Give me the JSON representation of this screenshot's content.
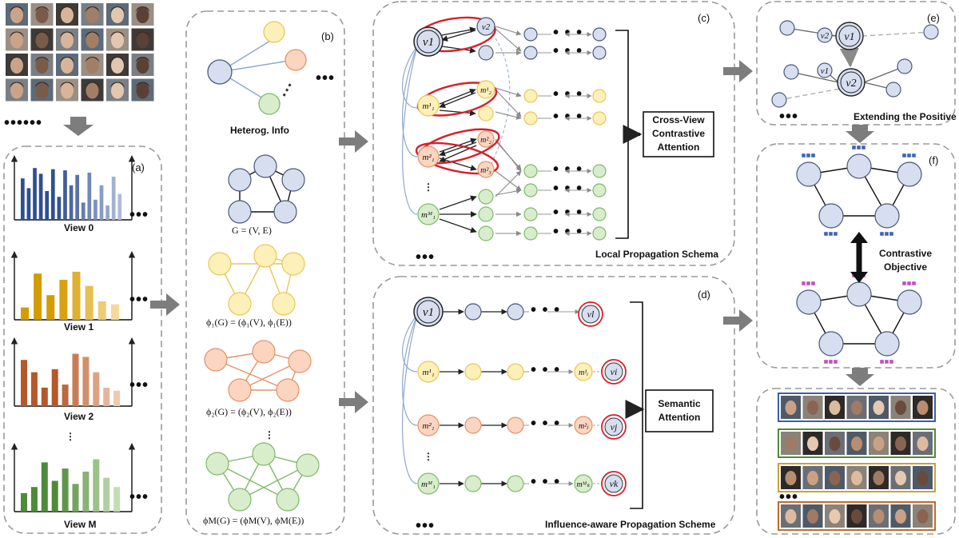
{
  "panels": {
    "a": "(a)",
    "b": "(b)",
    "c": "(c)",
    "d": "(d)",
    "e": "(e)",
    "f": "(f)"
  },
  "views": [
    {
      "label": "View 0",
      "color": "#2f4f8f",
      "light": "#aebbd8",
      "values": [
        0.72,
        0.55,
        0.9,
        0.8,
        0.5,
        0.88,
        0.4,
        0.86,
        0.6,
        0.78,
        0.3,
        0.82,
        0.35,
        0.6,
        0.25,
        0.75,
        0.45
      ]
    },
    {
      "label": "View 1",
      "color": "#d39c00",
      "light": "#f6d89a",
      "values": [
        0.2,
        0.75,
        0.4,
        0.65,
        0.78,
        0.55,
        0.3,
        0.25
      ]
    },
    {
      "label": "View 2",
      "color": "#b5582a",
      "light": "#f1c8b0",
      "values": [
        0.75,
        0.55,
        0.3,
        0.6,
        0.35,
        0.85,
        0.8,
        0.55,
        0.3,
        0.25
      ]
    },
    {
      "label": "View M",
      "color": "#4f8a3a",
      "light": "#c4ddb5",
      "values": [
        0.3,
        0.4,
        0.8,
        0.5,
        0.7,
        0.45,
        0.65,
        0.85,
        0.55,
        0.4
      ]
    }
  ],
  "view_gap_dots": "⋮",
  "ellipsis": "•••",
  "ellipsis_small": "••••••",
  "panel_b": {
    "heterog_label": "Heterog. Info",
    "g_label": "G = (V, E)",
    "phi1_label": "ϕ₁(G) = (ϕ₁(V), ϕ₁(E))",
    "phi2_label": "ϕ₂(G) = (ϕ₂(V), ϕ₂(E))",
    "phiM_label": "ϕM(G) = (ϕM(V), ϕM(E))"
  },
  "panel_c": {
    "box_line1": "Cross-View",
    "box_line2": "Contrastive",
    "box_line3": "Attention",
    "caption": "Local Propagation Schema",
    "nodes": {
      "v1": "v1",
      "v2": "v2",
      "m11": "m¹₁",
      "m21": "m¹₂",
      "m12": "m²₁",
      "m22": "m²₂",
      "m23": "m²₃",
      "mM1": "mᴹ₁"
    }
  },
  "panel_d": {
    "box_line1": "Semantic",
    "box_line2": "Attention",
    "caption": "Influence-aware Propagation Scheme",
    "nodes": {
      "v1": "v1",
      "vl": "vl",
      "vi": "vi",
      "vj": "vj",
      "vk": "vk",
      "m11": "m¹₁",
      "m1i": "m¹ᵢ",
      "m21": "m²₁",
      "m2j": "m²ⱼ",
      "mM1": "mᴹ₁",
      "mMk": "mᴹₖ"
    }
  },
  "panel_e": {
    "caption": "Extending the Positive",
    "nodes": {
      "v1": "v1",
      "v2": "v2",
      "v2s": "v2",
      "v1s": "v1"
    }
  },
  "panel_f": {
    "label_line1": "Contrastive",
    "label_line2": "Objective"
  },
  "colors": {
    "blue_node": "#d7deef",
    "blue_stroke": "#4a5878",
    "yellow_node": "#fdf0b8",
    "yellow_stroke": "#e8c65a",
    "orange_node": "#fbd5c0",
    "orange_stroke": "#e0936a",
    "green_node": "#d8edcc",
    "green_stroke": "#7fb96a",
    "red_ring": "#d6202a",
    "dashed_border": "#999999",
    "arrow_gray": "#8a8a8a"
  }
}
